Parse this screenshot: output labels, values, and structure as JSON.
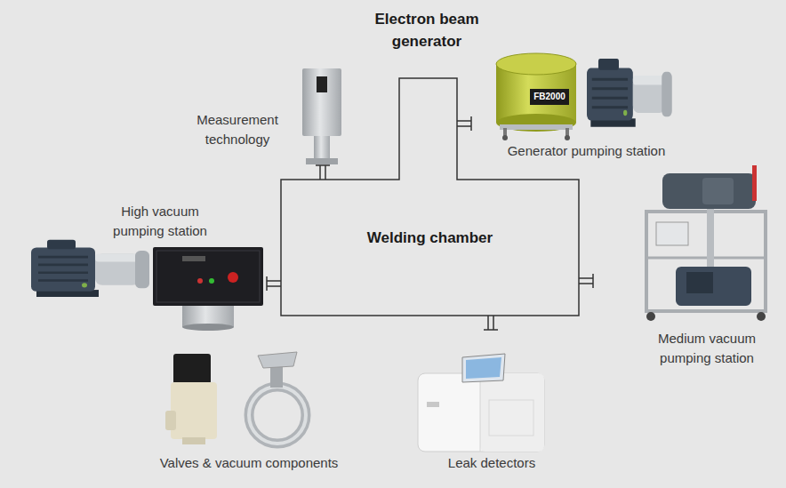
{
  "diagram": {
    "nodes": [
      {
        "text": [
          "Welding chamber"
        ]
      }
    ],
    "labels": [
      "Electron beam generator",
      "Measurement technology",
      "Generator pumping station",
      "High vacuum pumping station",
      "Medium vacuum pumping station",
      "Valves & vacuum components",
      "Leak detectors",
      "FB2000"
    ]
  }
}
